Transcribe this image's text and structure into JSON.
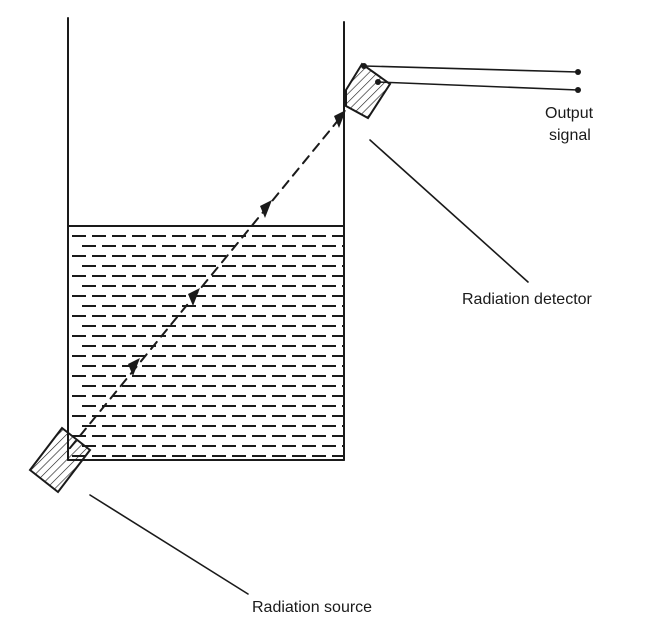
{
  "labels": {
    "output_signal_line1": "Output",
    "output_signal_line2": "signal",
    "radiation_detector": "Radiation detector",
    "radiation_source": "Radiation source"
  },
  "colors": {
    "ink": "#1a1a1a",
    "background": "#ffffff"
  }
}
